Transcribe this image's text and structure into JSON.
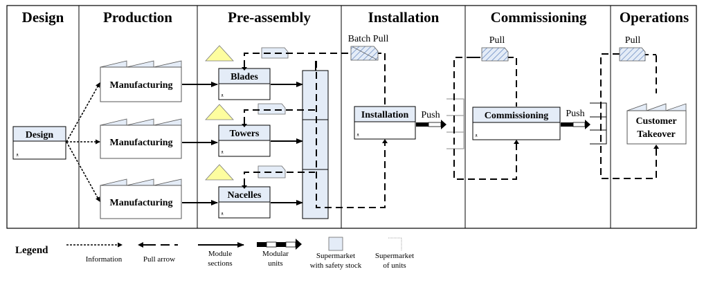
{
  "diagram": {
    "stages": [
      {
        "id": "design",
        "label": "Design"
      },
      {
        "id": "production",
        "label": "Production"
      },
      {
        "id": "preassembly",
        "label": "Pre-assembly"
      },
      {
        "id": "installation",
        "label": "Installation"
      },
      {
        "id": "commissioning",
        "label": "Commissioning"
      },
      {
        "id": "operations",
        "label": "Operations"
      }
    ],
    "processes": {
      "design": "Design",
      "blades": "Blades",
      "towers": "Towers",
      "nacelles": "Nacelles",
      "installation": "Installation",
      "commissioning": "Commissioning"
    },
    "factories": {
      "manufacturing_1": "Manufacturing",
      "manufacturing_2": "Manufacturing",
      "manufacturing_3": "Manufacturing",
      "customer_takeover_line1": "Customer",
      "customer_takeover_line2": "Takeover"
    },
    "annotations": {
      "batch_pull": "Batch Pull",
      "pull_1": "Pull",
      "pull_2": "Pull",
      "push_1": "Push",
      "push_2": "Push"
    },
    "colors": {
      "box_header": "#e4ecf7",
      "supermarket": "#e4ecf7",
      "inventory_triangle": "#fdfd9f",
      "kanban_hatch": "#6f8fc4"
    }
  },
  "legend": {
    "title": "Legend",
    "items": [
      {
        "id": "information",
        "lines": [
          "Information"
        ]
      },
      {
        "id": "pull_arrow",
        "lines": [
          "Pull arrow"
        ]
      },
      {
        "id": "module_sections",
        "lines": [
          "Module",
          "sections"
        ]
      },
      {
        "id": "modular_units",
        "lines": [
          "Modular",
          "units"
        ]
      },
      {
        "id": "supermarket_safety",
        "lines": [
          "Supermarket",
          "with safety stock"
        ]
      },
      {
        "id": "supermarket_units",
        "lines": [
          "Supermarket",
          "of units"
        ]
      }
    ]
  }
}
